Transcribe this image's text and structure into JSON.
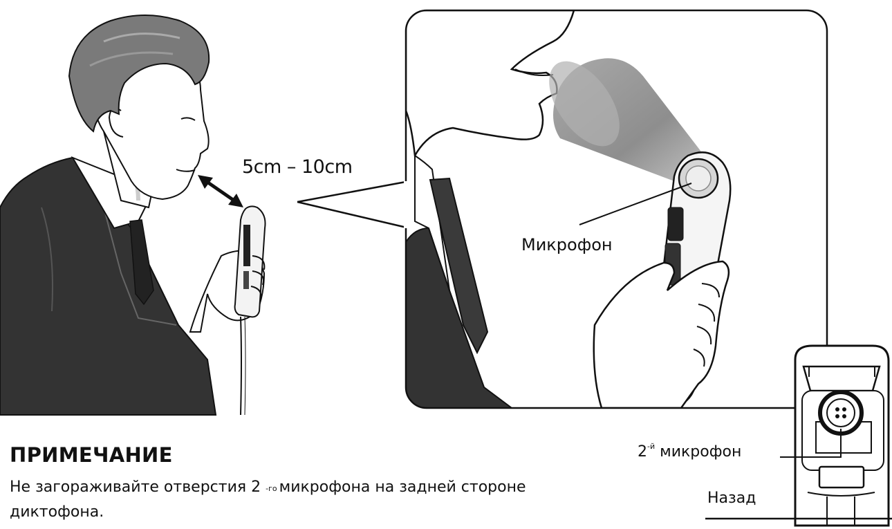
{
  "distance_label": "5cm – 10cm",
  "mic_label": "Микрофон",
  "mic2_label": {
    "prefix": "2",
    "superscript": "-й",
    "text": "микрофон"
  },
  "back_label": "Назад",
  "note": {
    "title": "ПРИМЕЧАНИЕ",
    "text_part1": "Не загораживайте отверстия 2",
    "superscript": "-го",
    "text_part2": "микрофона на задней стороне диктофона."
  },
  "icons": [
    "speaker-figure",
    "dictaphone",
    "sound-cone",
    "double-arrow",
    "dictaphone-back"
  ],
  "colors": {
    "suit": "#333333",
    "hair": "#7a7a7a",
    "cone": "#8a8a8a",
    "line": "#111111"
  }
}
